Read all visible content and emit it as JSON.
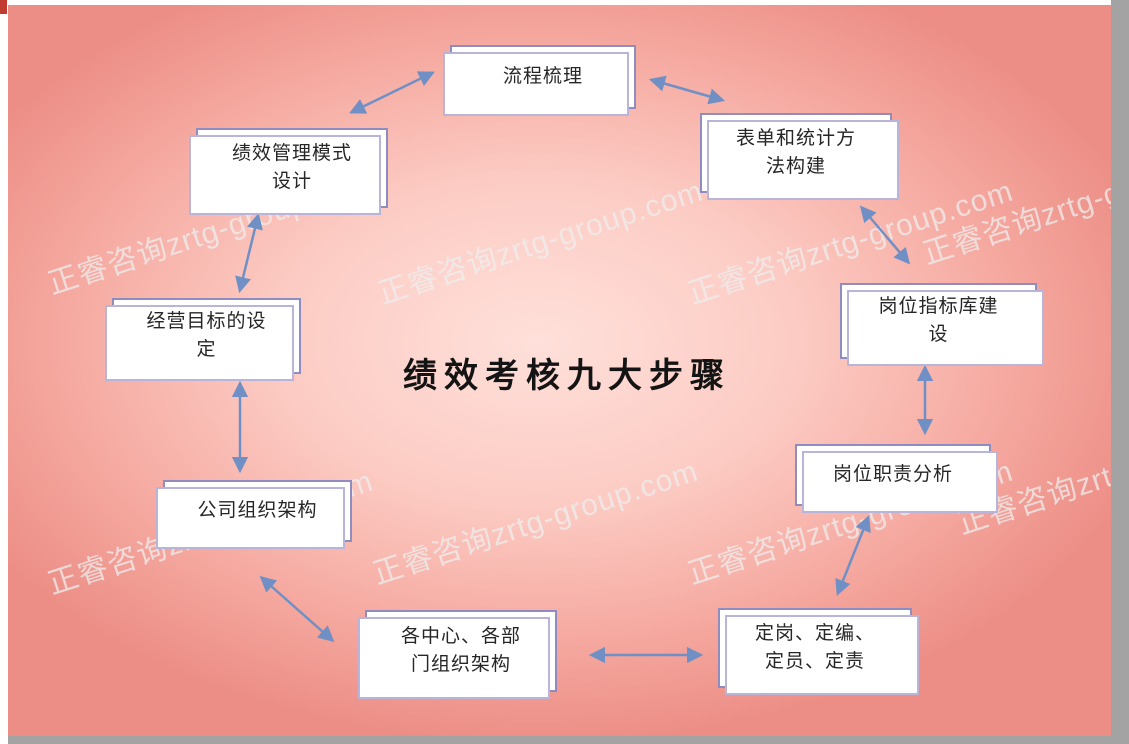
{
  "slide": {
    "type": "cycle-diagram",
    "title": "绩效考核九大步骤",
    "watermark": "正睿咨询zrtg-group.com",
    "colors": {
      "box_border": "#8f8cc2",
      "box_shadow_border": "#b9b5da",
      "arrow": "#7090c5",
      "background_center": "#ffe0da",
      "background_edge": "#ec8e86",
      "title_text": "#141414"
    },
    "nodes": {
      "process": {
        "label": "流程梳理"
      },
      "forms": {
        "label": "表单和统计方\n法构建"
      },
      "indicators": {
        "label": "岗位指标库建\n设"
      },
      "duty": {
        "label": "岗位职责分析"
      },
      "staffing": {
        "label": "定岗、定编、\n定员、定责"
      },
      "centers": {
        "label": "各中心、各部\n门组织架构"
      },
      "org": {
        "label": "公司组织架构"
      },
      "goal": {
        "label": "经营目标的设\n定"
      },
      "model": {
        "label": "绩效管理模式\n设计"
      }
    },
    "connections": [
      {
        "from": "model",
        "to": "process",
        "bidirectional": true
      },
      {
        "from": "process",
        "to": "forms",
        "bidirectional": true
      },
      {
        "from": "forms",
        "to": "indicators",
        "bidirectional": true
      },
      {
        "from": "indicators",
        "to": "duty",
        "bidirectional": true
      },
      {
        "from": "duty",
        "to": "staffing",
        "bidirectional": true
      },
      {
        "from": "staffing",
        "to": "centers",
        "bidirectional": true
      },
      {
        "from": "centers",
        "to": "org",
        "bidirectional": true
      },
      {
        "from": "org",
        "to": "goal",
        "bidirectional": true
      },
      {
        "from": "goal",
        "to": "model",
        "bidirectional": true
      }
    ]
  }
}
